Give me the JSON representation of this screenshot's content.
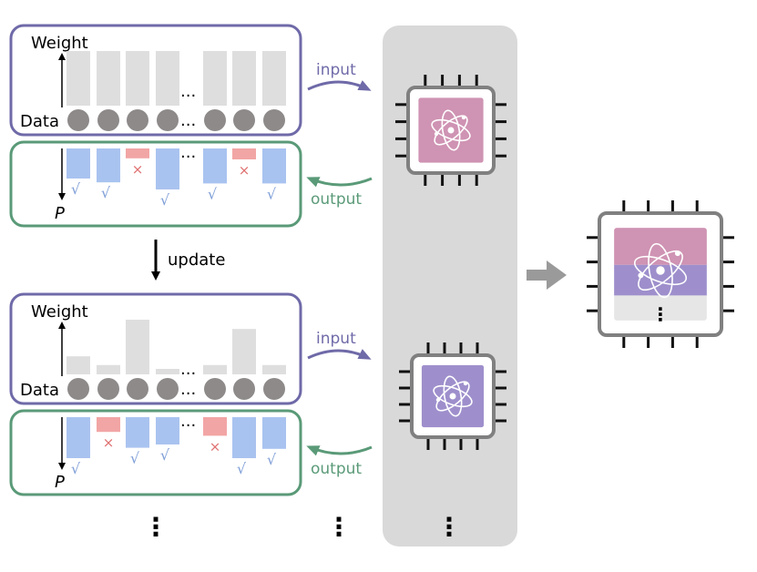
{
  "colors": {
    "purple_frame": "#6f6aa8",
    "green_frame": "#5a9a78",
    "weight_bar": "#dedede",
    "data_dot": "#8e8a8a",
    "correct_bar": "#a9c3f0",
    "wrong_bar": "#f2a5a5",
    "check_mark": "#7f9fd8",
    "cross_mark": "#e07070",
    "chip_pink": "#cf93b3",
    "chip_purple": "#9e8fcc",
    "chip_light": "#e6e6e6",
    "panel_gray": "#d9d9d9",
    "chip_border": "#808080"
  },
  "round1": {
    "weight_label": "Weight",
    "data_label": "Data",
    "p_label": "P",
    "ellipsis": "...",
    "weights": [
      1,
      1,
      1,
      1,
      1,
      1,
      1
    ],
    "bars": [
      {
        "value": 0.55,
        "correct": true
      },
      {
        "value": 0.62,
        "correct": true
      },
      {
        "value": 0.18,
        "correct": false
      },
      {
        "value": 0.75,
        "correct": true
      },
      {
        "value": 0.64,
        "correct": true
      },
      {
        "value": 0.2,
        "correct": false
      },
      {
        "value": 0.64,
        "correct": true
      }
    ],
    "check": "√",
    "cross": "×"
  },
  "update_label": "update",
  "round2": {
    "weight_label": "Weight",
    "data_label": "Data",
    "p_label": "P",
    "ellipsis": "...",
    "weights": [
      0.33,
      0.17,
      1.0,
      0.1,
      0.17,
      0.83,
      0.17
    ],
    "bars": [
      {
        "value": 0.75,
        "correct": true
      },
      {
        "value": 0.27,
        "correct": false
      },
      {
        "value": 0.56,
        "correct": true
      },
      {
        "value": 0.5,
        "correct": true
      },
      {
        "value": 0.34,
        "correct": false
      },
      {
        "value": 0.75,
        "correct": true
      },
      {
        "value": 0.58,
        "correct": true
      }
    ],
    "check": "√",
    "cross": "×"
  },
  "arrows": {
    "input_label": "input",
    "output_label": "output"
  },
  "vertical_ellipsis": "⋮"
}
